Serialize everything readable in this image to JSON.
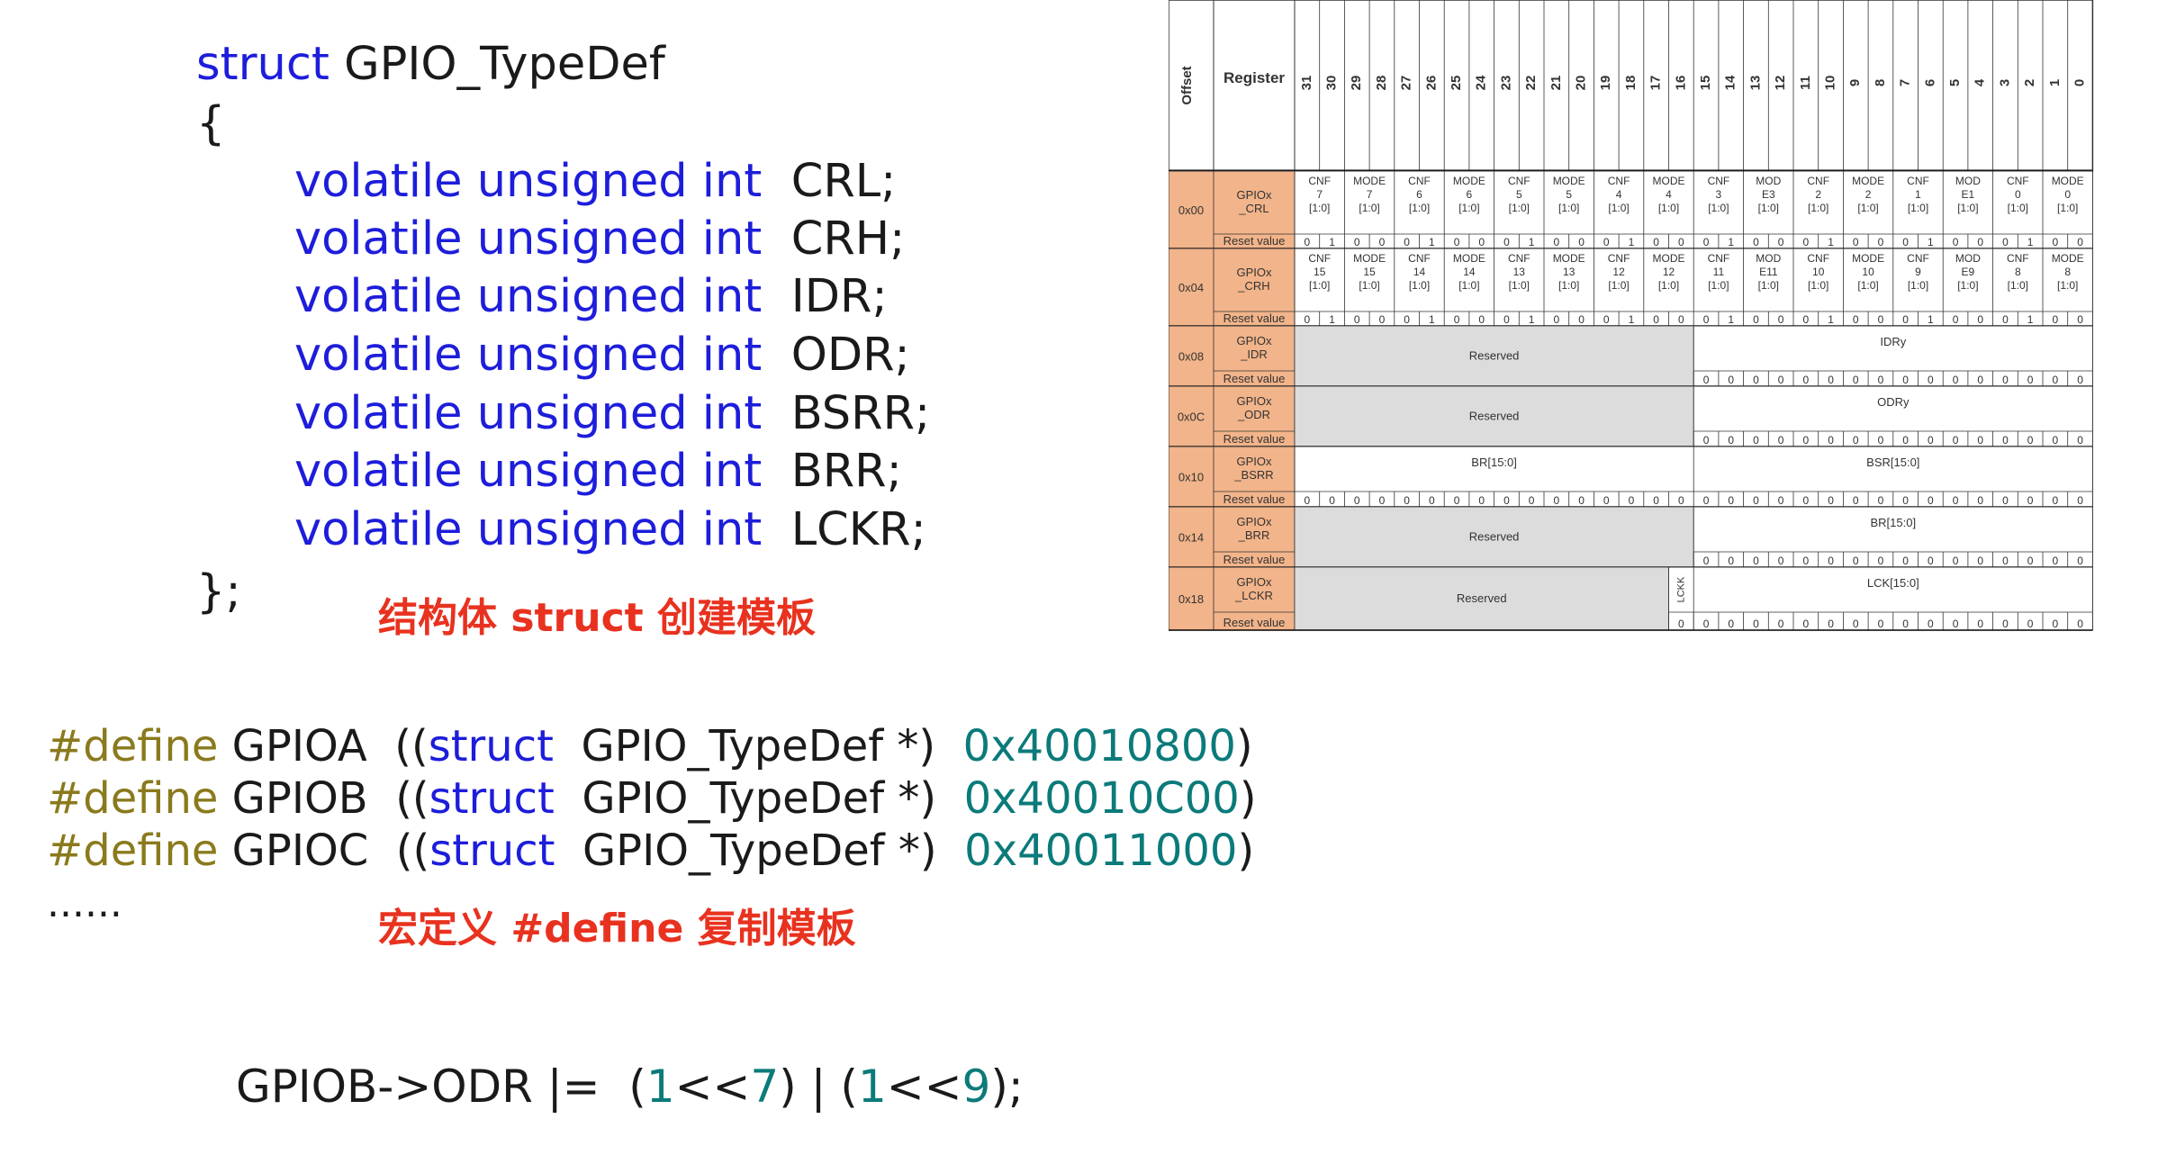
{
  "struct_block": {
    "header_kw": "struct",
    "header_name": " GPIO_TypeDef",
    "open_brace": "{",
    "field_qualifier": "volatile unsigned int",
    "fields": [
      "CRL;",
      "CRH;",
      "IDR;",
      "ODR;",
      "BSRR;",
      "BRR;",
      "LCKR;"
    ],
    "close_brace": "};",
    "caption": "结构体 struct 创建模板"
  },
  "define_block": {
    "keyword": "#define",
    "lines": [
      {
        "name": "GPIOA",
        "struct_kw": "struct",
        "type": "GPIO_TypeDef *)",
        "addr": "0x40010800"
      },
      {
        "name": "GPIOB",
        "struct_kw": "struct",
        "type": "GPIO_TypeDef *)",
        "addr": "0x40010C00"
      },
      {
        "name": "GPIOC",
        "struct_kw": "struct",
        "type": "GPIO_TypeDef *)",
        "addr": "0x40011000"
      }
    ],
    "ellipsis": "......",
    "caption": "宏定义 #define 复制模板"
  },
  "statement": {
    "lhs": "GPIOB->ODR",
    "op": "|=",
    "p1_open": "(",
    "num1": "1",
    "shift1": "<<",
    "bit1": "7",
    "p1_close": ")",
    "bar": "|",
    "p2_open": "(",
    "num2": "1",
    "shift2": "<<",
    "bit2": "9",
    "p2_close": ");"
  },
  "register_table": {
    "header_offset": "Offset",
    "header_register": "Register",
    "bits": [
      "31",
      "30",
      "29",
      "28",
      "27",
      "26",
      "25",
      "24",
      "23",
      "22",
      "21",
      "20",
      "19",
      "18",
      "17",
      "16",
      "15",
      "14",
      "13",
      "12",
      "11",
      "10",
      "9",
      "8",
      "7",
      "6",
      "5",
      "4",
      "3",
      "2",
      "1",
      "0"
    ],
    "reset_label": "Reset value",
    "colors": {
      "offset_bg": "#f2b48a",
      "reserved_bg": "#dcdcdc",
      "grid": "#333333"
    },
    "rows": [
      {
        "offset": "0x00",
        "name": [
          "GPIOx",
          "_CRL"
        ],
        "type": "config",
        "fields": [
          [
            "CNF",
            "7",
            "[1:0]"
          ],
          [
            "MODE",
            "7",
            "[1:0]"
          ],
          [
            "CNF",
            "6",
            "[1:0]"
          ],
          [
            "MODE",
            "6",
            "[1:0]"
          ],
          [
            "CNF",
            "5",
            "[1:0]"
          ],
          [
            "MODE",
            "5",
            "[1:0]"
          ],
          [
            "CNF",
            "4",
            "[1:0]"
          ],
          [
            "MODE",
            "4",
            "[1:0]"
          ],
          [
            "CNF",
            "3",
            "[1:0]"
          ],
          [
            "MOD",
            "E3",
            "[1:0]"
          ],
          [
            "CNF",
            "2",
            "[1:0]"
          ],
          [
            "MODE",
            "2",
            "[1:0]"
          ],
          [
            "CNF",
            "1",
            "[1:0]"
          ],
          [
            "MOD",
            "E1",
            "[1:0]"
          ],
          [
            "CNF",
            "0",
            "[1:0]"
          ],
          [
            "MODE",
            "0",
            "[1:0]"
          ]
        ],
        "reset": [
          "0",
          "1",
          "0",
          "0",
          "0",
          "1",
          "0",
          "0",
          "0",
          "1",
          "0",
          "0",
          "0",
          "1",
          "0",
          "0",
          "0",
          "1",
          "0",
          "0",
          "0",
          "1",
          "0",
          "0",
          "0",
          "1",
          "0",
          "0",
          "0",
          "1",
          "0",
          "0"
        ]
      },
      {
        "offset": "0x04",
        "name": [
          "GPIOx",
          "_CRH"
        ],
        "type": "config",
        "fields": [
          [
            "CNF",
            "15",
            "[1:0]"
          ],
          [
            "MODE",
            "15",
            "[1:0]"
          ],
          [
            "CNF",
            "14",
            "[1:0]"
          ],
          [
            "MODE",
            "14",
            "[1:0]"
          ],
          [
            "CNF",
            "13",
            "[1:0]"
          ],
          [
            "MODE",
            "13",
            "[1:0]"
          ],
          [
            "CNF",
            "12",
            "[1:0]"
          ],
          [
            "MODE",
            "12",
            "[1:0]"
          ],
          [
            "CNF",
            "11",
            "[1:0]"
          ],
          [
            "MOD",
            "E11",
            "[1:0]"
          ],
          [
            "CNF",
            "10",
            "[1:0]"
          ],
          [
            "MODE",
            "10",
            "[1:0]"
          ],
          [
            "CNF",
            "9",
            "[1:0]"
          ],
          [
            "MOD",
            "E9",
            "[1:0]"
          ],
          [
            "CNF",
            "8",
            "[1:0]"
          ],
          [
            "MODE",
            "8",
            "[1:0]"
          ]
        ],
        "reset": [
          "0",
          "1",
          "0",
          "0",
          "0",
          "1",
          "0",
          "0",
          "0",
          "1",
          "0",
          "0",
          "0",
          "1",
          "0",
          "0",
          "0",
          "1",
          "0",
          "0",
          "0",
          "1",
          "0",
          "0",
          "0",
          "1",
          "0",
          "0",
          "0",
          "1",
          "0",
          "0"
        ]
      },
      {
        "offset": "0x08",
        "name": [
          "GPIOx",
          "_IDR"
        ],
        "type": "half",
        "high": "Reserved",
        "low": "IDRy",
        "reset": [
          "0",
          "0",
          "0",
          "0",
          "0",
          "0",
          "0",
          "0",
          "0",
          "0",
          "0",
          "0",
          "0",
          "0",
          "0",
          "0"
        ]
      },
      {
        "offset": "0x0C",
        "name": [
          "GPIOx",
          "_ODR"
        ],
        "type": "half",
        "high": "Reserved",
        "low": "ODRy",
        "reset": [
          "0",
          "0",
          "0",
          "0",
          "0",
          "0",
          "0",
          "0",
          "0",
          "0",
          "0",
          "0",
          "0",
          "0",
          "0",
          "0"
        ]
      },
      {
        "offset": "0x10",
        "name": [
          "GPIOx",
          "_BSRR"
        ],
        "type": "full",
        "high": "BR[15:0]",
        "low": "BSR[15:0]",
        "reset": [
          "0",
          "0",
          "0",
          "0",
          "0",
          "0",
          "0",
          "0",
          "0",
          "0",
          "0",
          "0",
          "0",
          "0",
          "0",
          "0",
          "0",
          "0",
          "0",
          "0",
          "0",
          "0",
          "0",
          "0",
          "0",
          "0",
          "0",
          "0",
          "0",
          "0",
          "0",
          "0"
        ]
      },
      {
        "offset": "0x14",
        "name": [
          "GPIOx",
          "_BRR"
        ],
        "type": "half",
        "high": "Reserved",
        "low": "BR[15:0]",
        "reset": [
          "0",
          "0",
          "0",
          "0",
          "0",
          "0",
          "0",
          "0",
          "0",
          "0",
          "0",
          "0",
          "0",
          "0",
          "0",
          "0"
        ]
      },
      {
        "offset": "0x18",
        "name": [
          "GPIOx",
          "_LCKR"
        ],
        "type": "lckr",
        "high": "Reserved",
        "lckk": "LCKK",
        "low": "LCK[15:0]",
        "reset": [
          "0",
          "0",
          "0",
          "0",
          "0",
          "0",
          "0",
          "0",
          "0",
          "0",
          "0",
          "0",
          "0",
          "0",
          "0",
          "0",
          "0"
        ]
      }
    ]
  }
}
